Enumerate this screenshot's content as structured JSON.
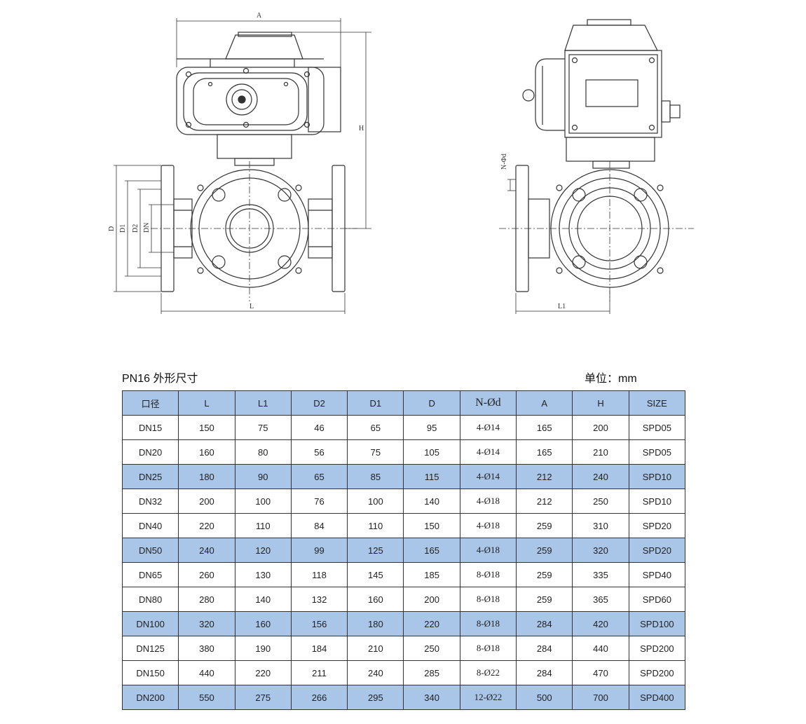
{
  "drawing": {
    "labels": {
      "A": "A",
      "H": "H",
      "L": "L",
      "L1": "L1",
      "D": "D",
      "D1": "D1",
      "D2": "D2",
      "DN": "DN",
      "Nd": "N-Φd"
    }
  },
  "title": "PN16 外形尺寸",
  "unit": "单位：mm",
  "table": {
    "headers": [
      "口径",
      "L",
      "L1",
      "D2",
      "D1",
      "D",
      "N-Ød",
      "A",
      "H",
      "SIZE"
    ],
    "highlight_rows": [
      2,
      5,
      8,
      11
    ],
    "rows": [
      [
        "DN15",
        "150",
        "75",
        "46",
        "65",
        "95",
        "4-Ø14",
        "165",
        "200",
        "SPD05"
      ],
      [
        "DN20",
        "160",
        "80",
        "56",
        "75",
        "105",
        "4-Ø14",
        "165",
        "210",
        "SPD05"
      ],
      [
        "DN25",
        "180",
        "90",
        "65",
        "85",
        "115",
        "4-Ø14",
        "212",
        "240",
        "SPD10"
      ],
      [
        "DN32",
        "200",
        "100",
        "76",
        "100",
        "140",
        "4-Ø18",
        "212",
        "250",
        "SPD10"
      ],
      [
        "DN40",
        "220",
        "110",
        "84",
        "110",
        "150",
        "4-Ø18",
        "259",
        "310",
        "SPD20"
      ],
      [
        "DN50",
        "240",
        "120",
        "99",
        "125",
        "165",
        "4-Ø18",
        "259",
        "320",
        "SPD20"
      ],
      [
        "DN65",
        "260",
        "130",
        "118",
        "145",
        "185",
        "8-Ø18",
        "259",
        "335",
        "SPD40"
      ],
      [
        "DN80",
        "280",
        "140",
        "132",
        "160",
        "200",
        "8-Ø18",
        "259",
        "365",
        "SPD60"
      ],
      [
        "DN100",
        "320",
        "160",
        "156",
        "180",
        "220",
        "8-Ø18",
        "284",
        "420",
        "SPD100"
      ],
      [
        "DN125",
        "380",
        "190",
        "184",
        "210",
        "250",
        "8-Ø18",
        "284",
        "440",
        "SPD200"
      ],
      [
        "DN150",
        "440",
        "220",
        "211",
        "240",
        "285",
        "8-Ø22",
        "284",
        "470",
        "SPD200"
      ],
      [
        "DN200",
        "550",
        "275",
        "266",
        "295",
        "340",
        "12-Ø22",
        "500",
        "700",
        "SPD400"
      ]
    ]
  }
}
